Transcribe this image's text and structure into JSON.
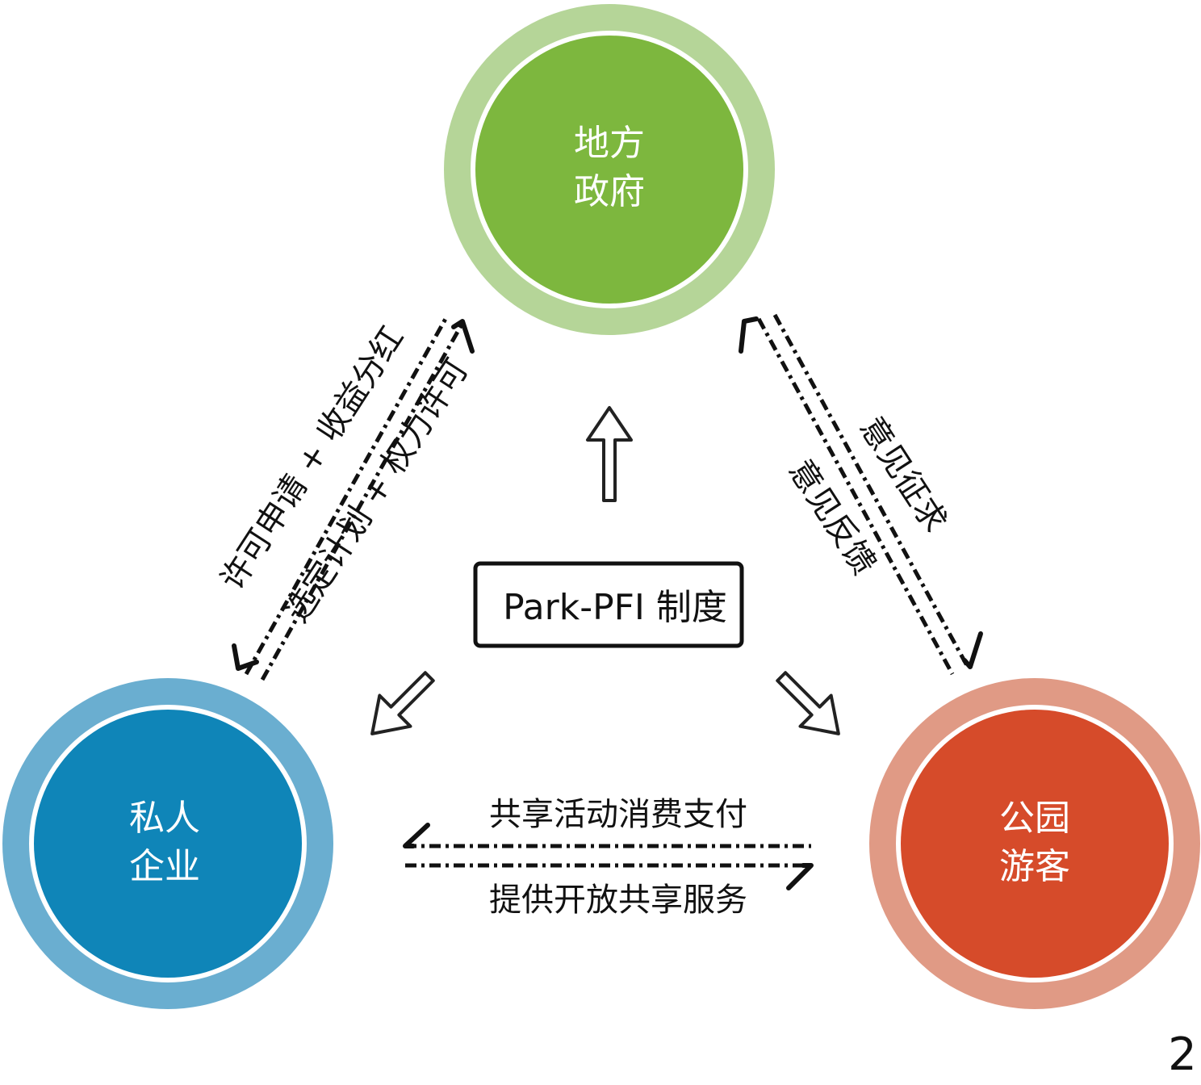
{
  "nodes": {
    "government": {
      "line1": "地方",
      "line2": "政府",
      "outer_color": "#b5d598",
      "inner_color": "#7db73e"
    },
    "enterprise": {
      "line1": "私人",
      "line2": "企业",
      "outer_color": "#6aaed0",
      "inner_color": "#0f85b8"
    },
    "visitors": {
      "line1": "公园",
      "line2": "游客",
      "outer_color": "#e09a85",
      "inner_color": "#d64b2a"
    }
  },
  "center_box": {
    "label": "Park-PFI 制度"
  },
  "flows": {
    "enterprise_to_gov": "许可申请 + 收益分红",
    "gov_to_enterprise": "选定计划 + 权力许可",
    "gov_to_visitors": "意见征求",
    "visitors_to_gov": "意见反馈",
    "visitors_to_enterprise": "共享活动消费支付",
    "enterprise_to_visitors": "提供开放共享服务"
  },
  "figure_number": "2"
}
